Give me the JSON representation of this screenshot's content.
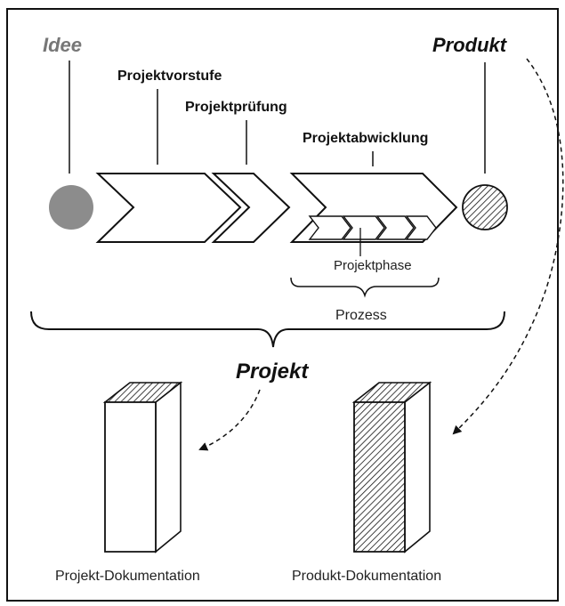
{
  "diagram": {
    "idea_label": "Idee",
    "product_label": "Produkt",
    "stage_labels": [
      "Projektvorstufe",
      "Projektprüfung",
      "Projektabwicklung"
    ],
    "phase_label": "Projektphase",
    "process_label": "Prozess",
    "project_label": "Projekt",
    "doc_project_label": "Projekt-Dokumentation",
    "doc_product_label": "Produkt-Dokumentation",
    "colors": {
      "idea_circle": "#8c8c8c",
      "idea_text": "#777777",
      "line": "#111111",
      "background": "#ffffff"
    }
  }
}
